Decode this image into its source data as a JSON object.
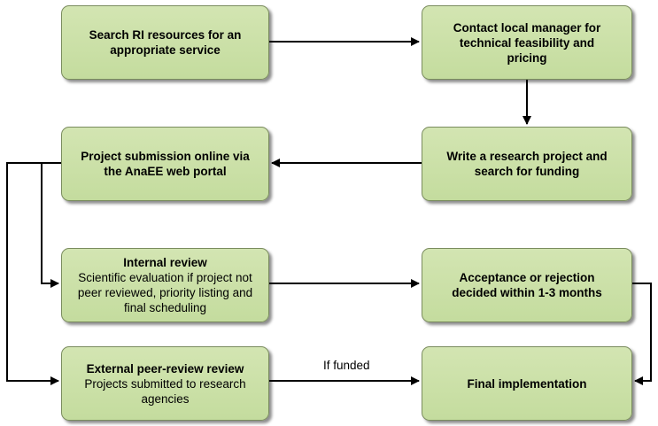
{
  "boxes": {
    "search": {
      "title": "Search RI resources for an\nappropriate service"
    },
    "contact": {
      "title": "Contact local manager for\ntechnical feasibility  and\npricing"
    },
    "submission": {
      "title": "Project submission online via\nthe AnaEE web portal"
    },
    "write": {
      "title": "Write a research project and\nsearch for funding"
    },
    "internal": {
      "title": "Internal review",
      "desc": "Scientific evaluation if project not\npeer reviewed, priority listing and\nfinal scheduling"
    },
    "acceptance": {
      "title": "Acceptance or rejection\ndecided within 1-3 months"
    },
    "external": {
      "title": "External peer-review review",
      "desc": "Projects submitted to research\nagencies"
    },
    "final": {
      "title": "Final implementation"
    }
  },
  "edges": {
    "if_funded": "If funded"
  }
}
